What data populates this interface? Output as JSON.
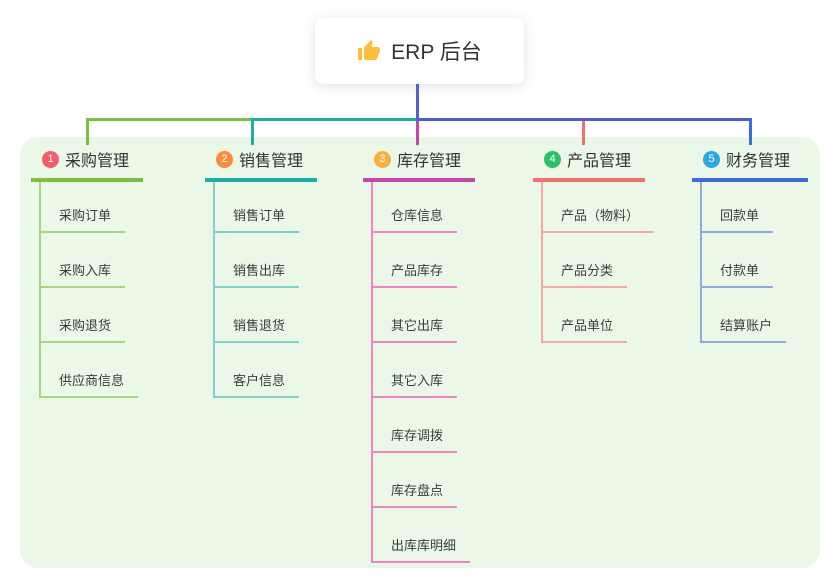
{
  "root": {
    "title": "ERP 后台",
    "icon": "thumbs-up-icon"
  },
  "branches": [
    {
      "index": "1",
      "title": "采购管理",
      "badge_color": "#f95b6b",
      "line_color": "#7fbc42",
      "sub_line_color": "#a9d583",
      "items": [
        "采购订单",
        "采购入库",
        "采购退货",
        "供应商信息"
      ]
    },
    {
      "index": "2",
      "title": "销售管理",
      "badge_color": "#fa8c3c",
      "line_color": "#16b3a5",
      "sub_line_color": "#80d2c8",
      "items": [
        "销售订单",
        "销售出库",
        "销售退货",
        "客户信息"
      ]
    },
    {
      "index": "3",
      "title": "库存管理",
      "badge_color": "#fbb03d",
      "line_color": "#c944a9",
      "sub_line_color": "#ee85c6",
      "items": [
        "仓库信息",
        "产品库存",
        "其它出库",
        "其它入库",
        "库存调拨",
        "库存盘点",
        "出库库明细"
      ]
    },
    {
      "index": "4",
      "title": "产品管理",
      "badge_color": "#2abf68",
      "line_color": "#f56e6e",
      "sub_line_color": "#f8a6a6",
      "items": [
        "产品（物料）",
        "产品分类",
        "产品单位"
      ]
    },
    {
      "index": "5",
      "title": "财务管理",
      "badge_color": "#26abe3",
      "line_color": "#3a6bdf",
      "sub_line_color": "#8fa9e3",
      "items": [
        "回款单",
        "付款单",
        "结算账户"
      ]
    }
  ],
  "colors": {
    "root_connector": "#565fd0",
    "panel_bg": "#ebf7e7",
    "canvas_bg": "#ffffff",
    "thumb_icon": "#fbbf3c"
  }
}
